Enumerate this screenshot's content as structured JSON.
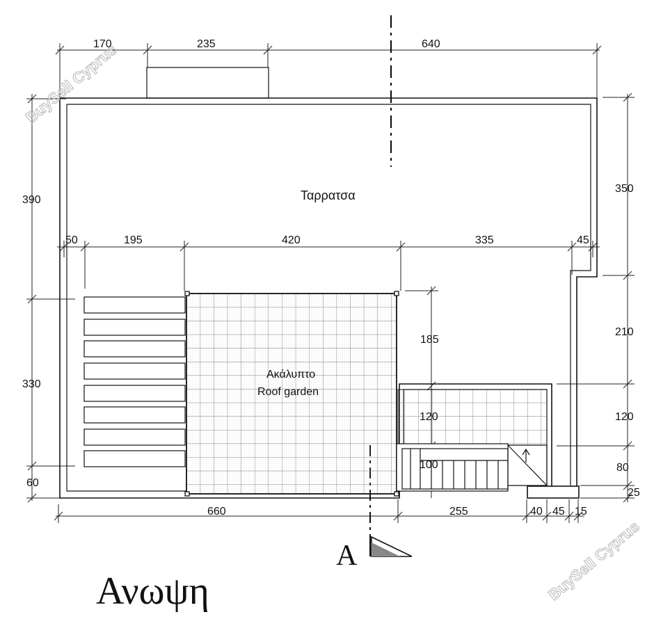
{
  "plan": {
    "title": "Ανωψη",
    "section_marker": "A",
    "rooms": {
      "terrace": "Ταρρατσα",
      "roof_garden_greek": "Ακάλυπτο",
      "roof_garden_english": "Roof garden"
    },
    "dimensions": {
      "top": [
        "170",
        "235",
        "640"
      ],
      "middle": [
        "50",
        "195",
        "420",
        "335",
        "45"
      ],
      "bottom": [
        "660",
        "255",
        "40",
        "45",
        "15"
      ],
      "left": [
        "390",
        "330",
        "60"
      ],
      "right": [
        "350",
        "210",
        "120",
        "80",
        "25"
      ],
      "inner": [
        "185",
        "120",
        "100"
      ]
    }
  },
  "watermark": {
    "text": "BuySell Cyprus"
  }
}
